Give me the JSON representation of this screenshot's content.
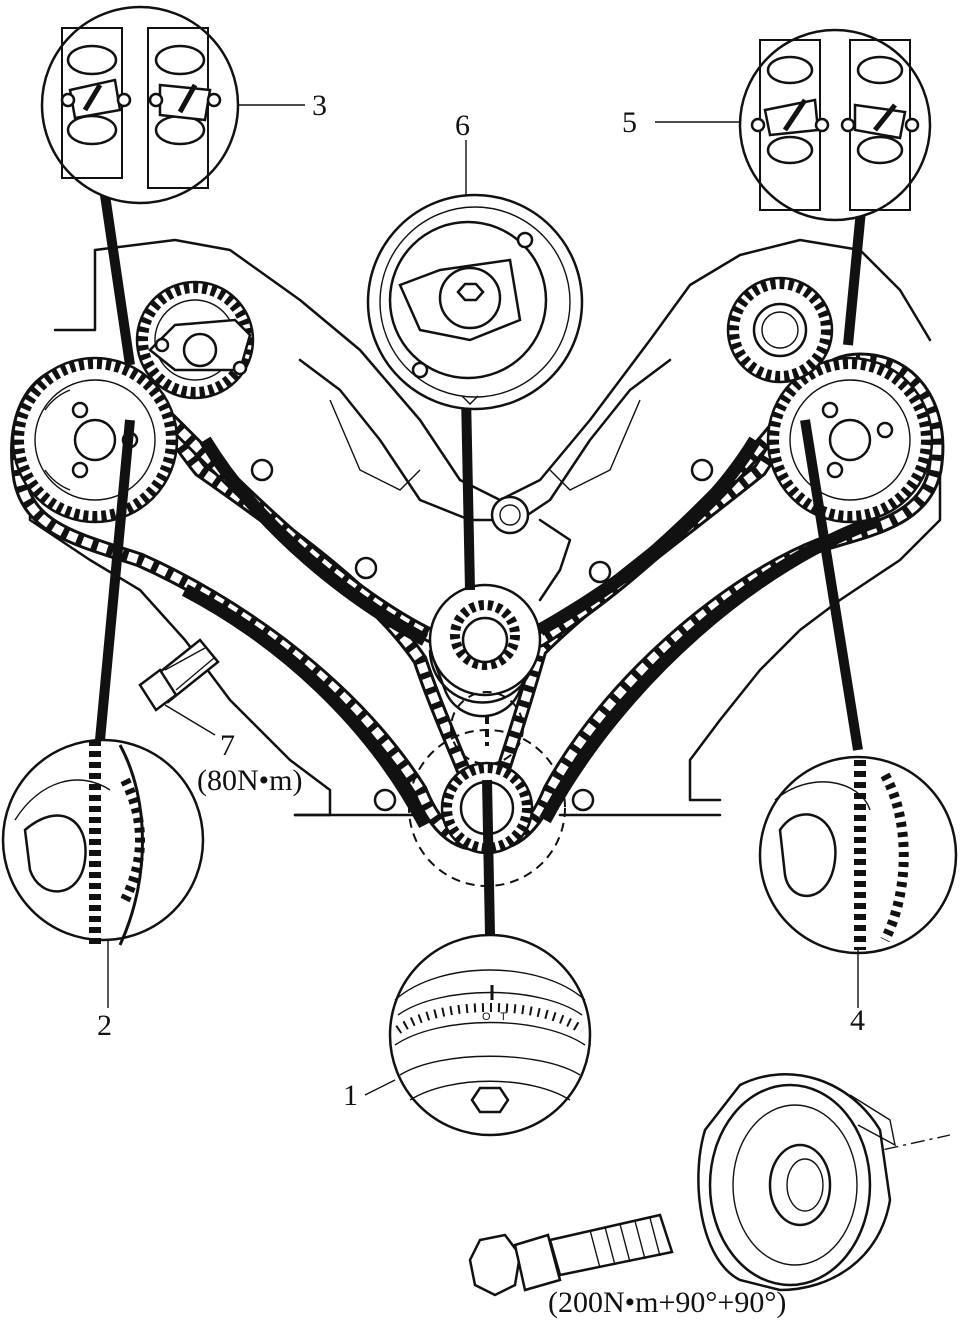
{
  "labels": {
    "l1": "1",
    "l2": "2",
    "l3": "3",
    "l4": "4",
    "l5": "5",
    "l6": "6",
    "l7": "7",
    "torque7": "(80N•m)",
    "torque_bolt": "(200N•m+90°+90°)",
    "mark_o": "O",
    "mark_t": "T"
  }
}
